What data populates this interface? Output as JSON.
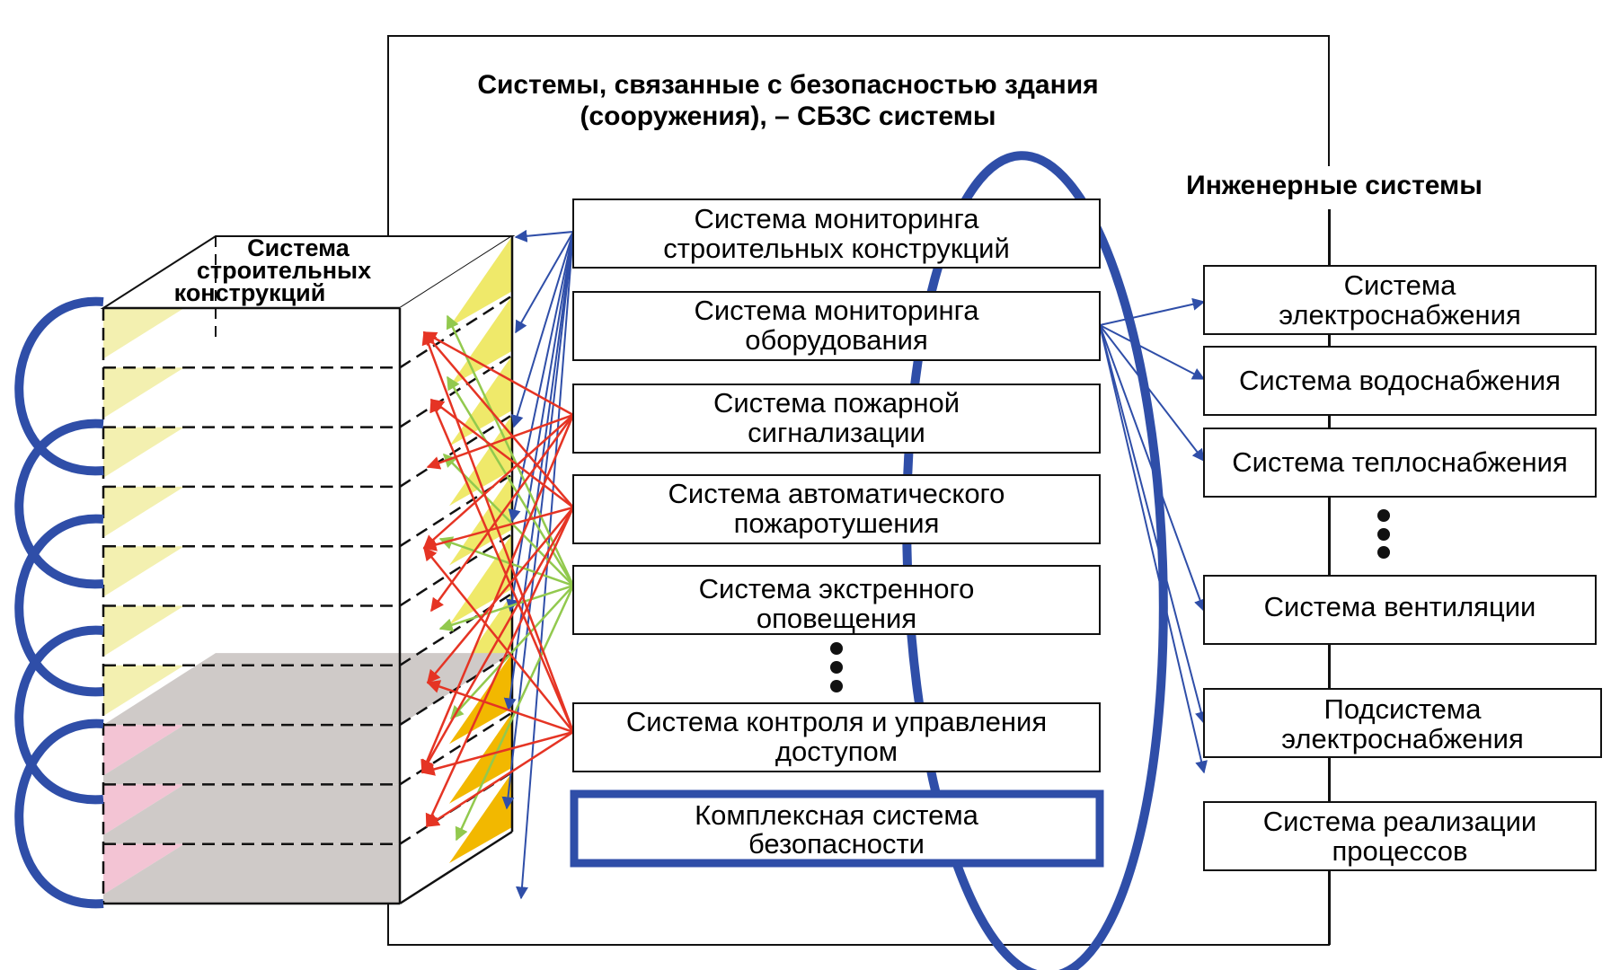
{
  "title": {
    "line1": "Системы, связанные с безопасностью здания",
    "line2": "(сооружения), – СБЗС системы"
  },
  "building": {
    "label_line1": "Система",
    "label_line2": "строительных",
    "label_line3": "конструкций",
    "floors": 10,
    "floor_colors": [
      "#f3f0b0",
      "#f3f0b0",
      "#f3f0b0",
      "#f3f0b0",
      "#f3f0b0",
      "#f3f0b0",
      "#f3f0b0",
      "#f3c4d4",
      "#f3c4d4",
      "#f3c4d4"
    ],
    "side_colors": [
      "#efe96a",
      "#efe96a",
      "#efe96a",
      "#efe96a",
      "#efe96a",
      "#efe96a",
      "#efe96a",
      "#f2b800",
      "#f2b800",
      "#f2b800"
    ]
  },
  "sbzs_systems": [
    {
      "id": "monitoring-structures",
      "line1": "Система мониторинга",
      "line2": "строительных конструкций"
    },
    {
      "id": "monitoring-equipment",
      "line1": "Система мониторинга",
      "line2": "оборудования"
    },
    {
      "id": "fire-alarm",
      "line1": "Система пожарной",
      "line2": "сигнализации"
    },
    {
      "id": "fire-extinguishing",
      "line1": "Система автоматического",
      "line2": "пожаротушения"
    },
    {
      "id": "emergency-notification",
      "line1": "Система экстренного",
      "line2": "оповещения"
    },
    {
      "id": "access-control",
      "line1": "Система контроля и управления",
      "line2": "доступом"
    },
    {
      "id": "integrated-security",
      "line1": "Комплексная система",
      "line2": "безопасности"
    }
  ],
  "engineering": {
    "title": "Инженерные системы",
    "systems": [
      {
        "id": "power-supply",
        "line1": "Система",
        "line2": "электроснабжения"
      },
      {
        "id": "water-supply",
        "line1": "Система водоснабжения",
        "line2": ""
      },
      {
        "id": "heat-supply",
        "line1": "Система теплоснабжения",
        "line2": ""
      },
      {
        "id": "ventilation",
        "line1": "Система вентиляции",
        "line2": ""
      },
      {
        "id": "power-subsystem",
        "line1": "Подсистема",
        "line2": "электроснабжения"
      },
      {
        "id": "process-implementation",
        "line1": "Система реализации",
        "line2": "процессов"
      }
    ]
  },
  "colors": {
    "blue": "#2f4ea8",
    "red": "#e53424",
    "green": "#92c94e",
    "line": "#111111"
  }
}
